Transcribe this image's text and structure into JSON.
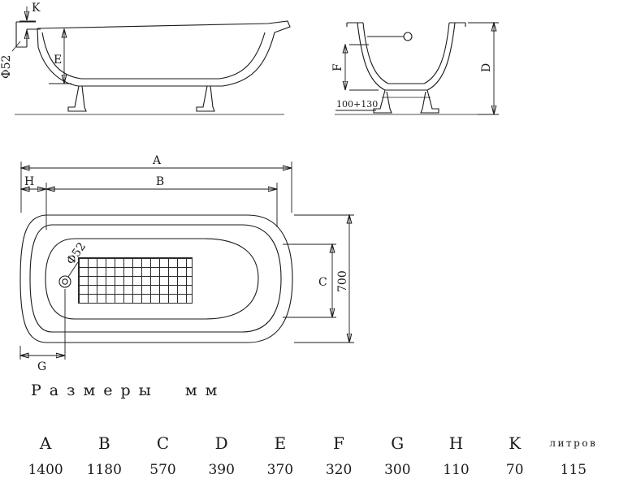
{
  "side_view": {
    "k_label": "K",
    "e_label": "E",
    "drain_diameter_label": "Ф52"
  },
  "end_view": {
    "f_label": "F",
    "d_label": "D",
    "leg_height_label": "100+130"
  },
  "plan_view": {
    "a_label": "A",
    "b_label": "B",
    "h_label": "H",
    "c_label": "C",
    "g_label": "G",
    "width_label": "700",
    "drain_diameter_label": "Ф52"
  },
  "caption": "Размеры мм",
  "table": {
    "headers": [
      "A",
      "B",
      "C",
      "D",
      "E",
      "F",
      "G",
      "H",
      "K",
      "литров"
    ],
    "values": [
      "1400",
      "1180",
      "570",
      "390",
      "370",
      "320",
      "300",
      "110",
      "70",
      "115"
    ]
  }
}
